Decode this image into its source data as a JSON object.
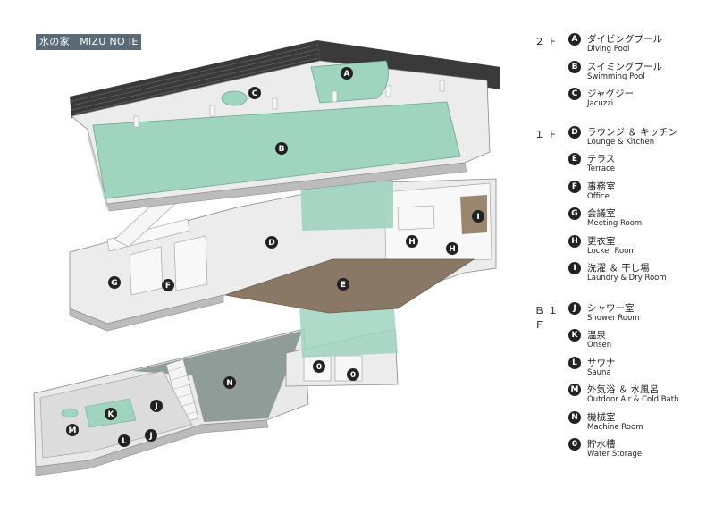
{
  "title": "水の家　MIZU NO IE",
  "colors": {
    "pool": "#9fd4bf",
    "pool_dark": "#7fbfa8",
    "slab_top": "#ececec",
    "slab_side": "#bdbdbd",
    "deck": "#8a7866",
    "badge": "#222222",
    "title_bg": "#5a6b77"
  },
  "legend": [
    {
      "floor": "２Ｆ",
      "items": [
        {
          "key": "A",
          "ja": "ダイビングプール",
          "en": "Diving Pool"
        },
        {
          "key": "B",
          "ja": "スイミングプール",
          "en": "Swimming Pool"
        },
        {
          "key": "C",
          "ja": "ジャグジー",
          "en": "Jacuzzi"
        }
      ]
    },
    {
      "floor": "１Ｆ",
      "items": [
        {
          "key": "D",
          "ja": "ラウンジ ＆ キッチン",
          "en": "Lounge & Kitchen"
        },
        {
          "key": "E",
          "ja": "テラス",
          "en": "Terrace"
        },
        {
          "key": "F",
          "ja": "事務室",
          "en": "Office"
        },
        {
          "key": "G",
          "ja": "会議室",
          "en": "Meeting Room"
        },
        {
          "key": "H",
          "ja": "更衣室",
          "en": "Locker Room"
        },
        {
          "key": "I",
          "ja": "洗濯 ＆ 干し場",
          "en": "Laundry & Dry Room"
        }
      ]
    },
    {
      "floor": "Ｂ１Ｆ",
      "items": [
        {
          "key": "J",
          "ja": "シャワー室",
          "en": "Shower Room"
        },
        {
          "key": "K",
          "ja": "温泉",
          "en": "Onsen"
        },
        {
          "key": "L",
          "ja": "サウナ",
          "en": "Sauna"
        },
        {
          "key": "M",
          "ja": "外気浴 ＆ 水風呂",
          "en": "Outdoor Air & Cold Bath"
        },
        {
          "key": "N",
          "ja": "機械室",
          "en": "Machine Room"
        },
        {
          "key": "0",
          "ja": "貯水槽",
          "en": "Water Storage"
        }
      ]
    }
  ],
  "markers": [
    "A",
    "B",
    "C",
    "D",
    "E",
    "F",
    "G",
    "H",
    "H",
    "I",
    "N",
    "K",
    "J",
    "J",
    "M",
    "L",
    "0",
    "0"
  ]
}
